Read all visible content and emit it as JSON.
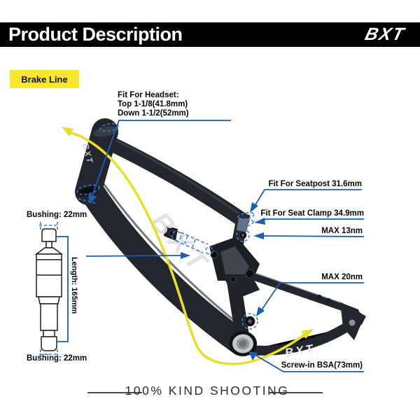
{
  "header": {
    "title": "Product Description",
    "brand_logo": "BXT"
  },
  "badge": {
    "label": "Brake Line"
  },
  "callouts": {
    "headset": {
      "line1": "Fit For Headset:",
      "line2": "Top 1-1/8(41.8mm)",
      "line3": "Down 1-1/2(52mm)"
    },
    "seatpost": "Fit For Seatpost 31.6mm",
    "seat_clamp": "Fit For Seat Clamp 34.9mm",
    "max_13": "MAX 13nm",
    "max_20": "MAX 20nm",
    "bsa": "Screw-in BSA(73mm)"
  },
  "shock_diagram": {
    "bushing_top": "Bushing: 22mm",
    "bushing_bottom": "Bushing: 22mm",
    "length": "Length: 165mm"
  },
  "frame": {
    "logo_downtube": "BXT",
    "logo_headtube": "BXT",
    "logo_chainstay": "BXT"
  },
  "footer": {
    "caption": "100% KIND SHOOTING"
  },
  "colors": {
    "header_black": "#000000",
    "badge_yellow": "#f7e733",
    "brake_line_yellow": "#e9df28",
    "annotation_blue": "#1c5fb0",
    "dashed_blue": "#3b7fd0",
    "frame_dark": "#23262c",
    "bb_silver": "#c6c8cb",
    "footer_line_grey": "#4a4a4a"
  }
}
